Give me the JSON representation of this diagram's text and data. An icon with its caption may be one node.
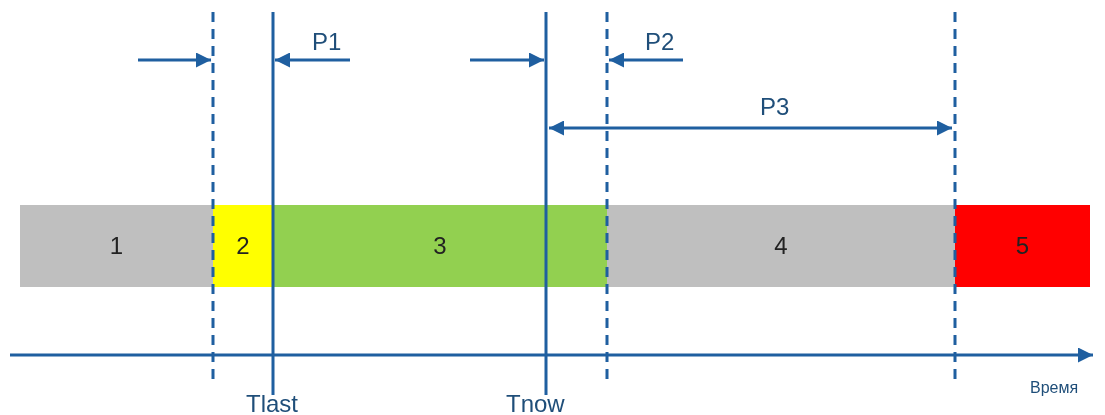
{
  "diagram": {
    "nodes": [
      {
        "text": [
          "1"
        ]
      },
      {
        "text": [
          "2"
        ]
      },
      {
        "text": [
          "3"
        ]
      },
      {
        "text": [
          "4"
        ]
      },
      {
        "text": [
          "5"
        ]
      }
    ],
    "labels": [
      "P1",
      "P2",
      "P3",
      "Tlast",
      "Tnow",
      "Время"
    ]
  }
}
